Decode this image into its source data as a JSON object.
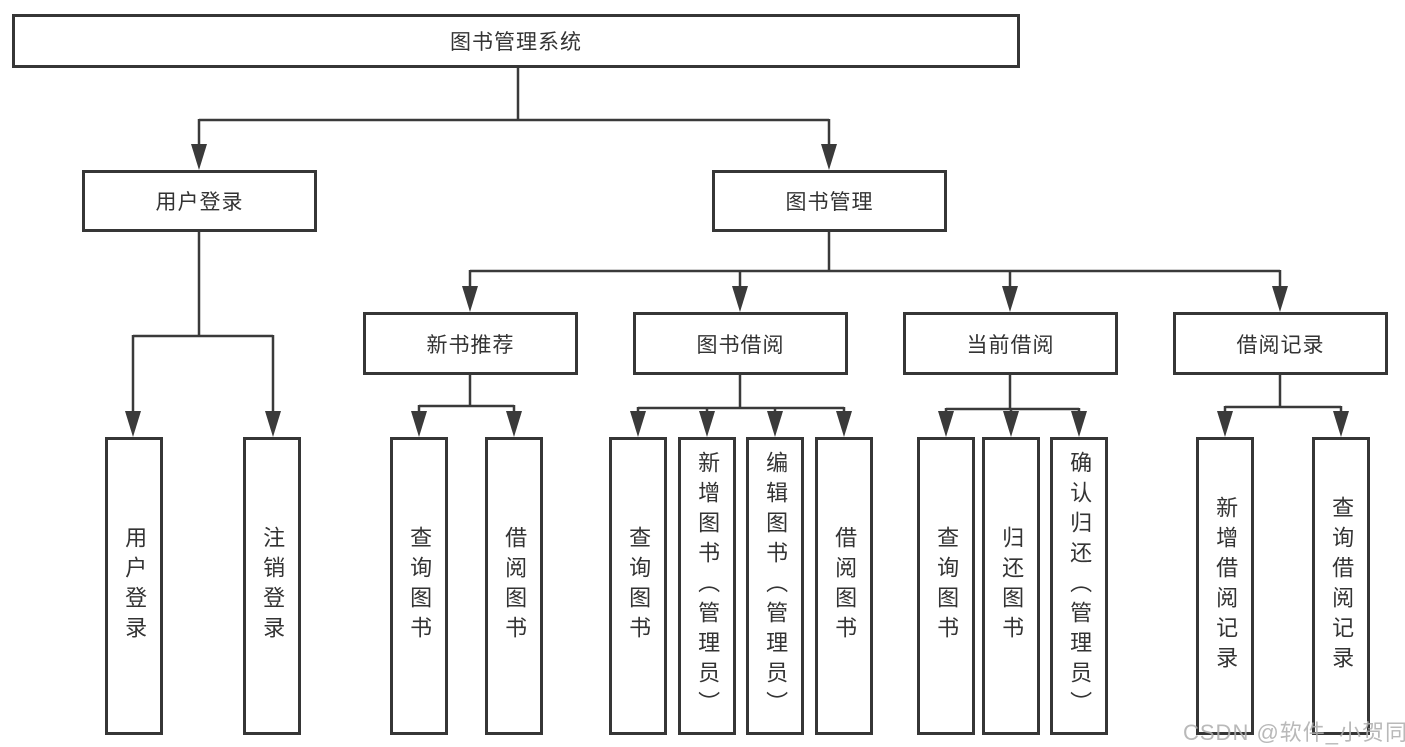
{
  "tree": {
    "label": "图书管理系统",
    "children": [
      {
        "label": "用户登录",
        "children": [
          {
            "label": "用户登录"
          },
          {
            "label": "注销登录"
          }
        ]
      },
      {
        "label": "图书管理",
        "children": [
          {
            "label": "新书推荐",
            "children": [
              {
                "label": "查询图书"
              },
              {
                "label": "借阅图书"
              }
            ]
          },
          {
            "label": "图书借阅",
            "children": [
              {
                "label": "查询图书"
              },
              {
                "label": "新增图书（管理员）"
              },
              {
                "label": "编辑图书（管理员）"
              },
              {
                "label": "借阅图书"
              }
            ]
          },
          {
            "label": "当前借阅",
            "children": [
              {
                "label": "查询图书"
              },
              {
                "label": "归还图书"
              },
              {
                "label": "确认归还（管理员）"
              }
            ]
          },
          {
            "label": "借阅记录",
            "children": [
              {
                "label": "新增借阅记录"
              },
              {
                "label": "查询借阅记录"
              }
            ]
          }
        ]
      }
    ]
  },
  "watermark": {
    "text": "CSDN @软件_小贺同学"
  },
  "colors": {
    "box_border": "#363636",
    "connector_line": "#3a3a3a",
    "text": "#333333",
    "watermark": "#afafaf",
    "background": "#ffffff"
  }
}
